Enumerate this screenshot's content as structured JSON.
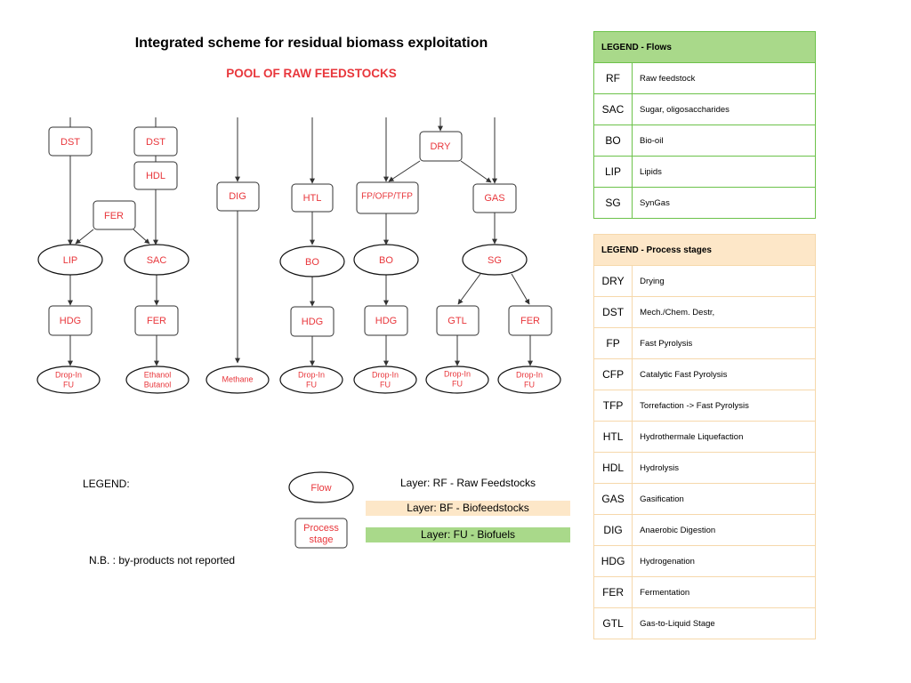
{
  "title": "Integrated scheme for residual biomass exploitation",
  "subtitle": "POOL OF RAW FEEDSTOCKS",
  "colors": {
    "accent_red": "#e8363b",
    "flows_header": "#a9d98a",
    "flows_border": "#6cc24a",
    "stages_header": "#fde7c8",
    "stages_border": "#f6d8ab",
    "layer_bf": "#fde7c8",
    "layer_fu": "#a9d98a"
  },
  "nodes": {
    "dst1": "DST",
    "dst2": "DST",
    "hdl": "HDL",
    "fer_top": "FER",
    "dig": "DIG",
    "htl": "HTL",
    "fp": "FP/OFP/TFP",
    "dry": "DRY",
    "gas": "GAS",
    "lip": "LIP",
    "sac": "SAC",
    "bo1": "BO",
    "bo2": "BO",
    "sg": "SG",
    "hdg1": "HDG",
    "fer2": "FER",
    "hdg2": "HDG",
    "hdg3": "HDG",
    "gtl": "GTL",
    "fer3": "FER",
    "out1_l1": "Drop-In",
    "out1_l2": "FU",
    "out2_l1": "Ethanol",
    "out2_l2": "Butanol",
    "out3": "Methane",
    "out4_l1": "Drop-In",
    "out4_l2": "FU",
    "out5_l1": "Drop-In",
    "out5_l2": "FU",
    "out6_l1": "Drop-In",
    "out6_l2": "FU",
    "out7_l1": "Drop-In",
    "out7_l2": "FU"
  },
  "legend": {
    "label": "LEGEND:",
    "flow": "Flow",
    "process_l1": "Process",
    "process_l2": "stage",
    "layer_rf": "Layer: RF - Raw Feedstocks",
    "layer_bf": "Layer: BF - Biofeedstocks",
    "layer_fu": "Layer: FU - Biofuels",
    "note": "N.B. : by-products not reported"
  },
  "flows_table": {
    "header": "LEGEND - Flows",
    "rows": [
      {
        "abbr": "RF",
        "desc": "Raw feedstock"
      },
      {
        "abbr": "SAC",
        "desc": "Sugar, oligosaccharides"
      },
      {
        "abbr": "BO",
        "desc": "Bio-oil"
      },
      {
        "abbr": "LIP",
        "desc": "Lipids"
      },
      {
        "abbr": "SG",
        "desc": "SynGas"
      }
    ]
  },
  "stages_table": {
    "header": "LEGEND - Process stages",
    "rows": [
      {
        "abbr": "DRY",
        "desc": "Drying"
      },
      {
        "abbr": "DST",
        "desc": "Mech./Chem. Destr,"
      },
      {
        "abbr": "FP",
        "desc": "Fast Pyrolysis"
      },
      {
        "abbr": "CFP",
        "desc": "Catalytic Fast Pyrolysis"
      },
      {
        "abbr": "TFP",
        "desc": "Torrefaction -> Fast Pyrolysis"
      },
      {
        "abbr": "HTL",
        "desc": "Hydrothermale Liquefaction"
      },
      {
        "abbr": "HDL",
        "desc": "Hydrolysis"
      },
      {
        "abbr": "GAS",
        "desc": "Gasification"
      },
      {
        "abbr": "DIG",
        "desc": "Anaerobic Digestion"
      },
      {
        "abbr": "HDG",
        "desc": "Hydrogenation"
      },
      {
        "abbr": "FER",
        "desc": "Fermentation"
      },
      {
        "abbr": "GTL",
        "desc": "Gas-to-Liquid Stage"
      }
    ]
  }
}
